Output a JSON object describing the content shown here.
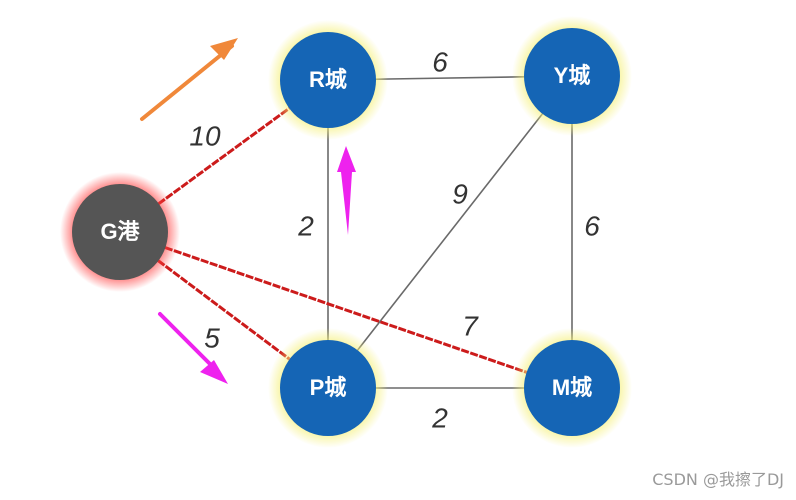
{
  "colors": {
    "city_node": "#1565b5",
    "port_node": "#555555",
    "node_glow_city": "#f5f07a",
    "node_glow_port": "#ff5a5a",
    "edge_normal": "#6a6a6a",
    "edge_highlight": "#cc1b1b",
    "arrow_orange": "#f0883a",
    "arrow_magenta": "#ee22ee"
  },
  "nodes": [
    {
      "id": "G",
      "label": "G港",
      "kind": "port"
    },
    {
      "id": "R",
      "label": "R城",
      "kind": "city"
    },
    {
      "id": "Y",
      "label": "Y城",
      "kind": "city"
    },
    {
      "id": "P",
      "label": "P城",
      "kind": "city"
    },
    {
      "id": "M",
      "label": "M城",
      "kind": "city"
    }
  ],
  "edges": [
    {
      "from": "R",
      "to": "Y",
      "weight": "6",
      "highlight": false
    },
    {
      "from": "G",
      "to": "R",
      "weight": "10",
      "highlight": true
    },
    {
      "from": "R",
      "to": "P",
      "weight": "2",
      "highlight": false
    },
    {
      "from": "Y",
      "to": "P",
      "weight": "9",
      "highlight": false
    },
    {
      "from": "Y",
      "to": "M",
      "weight": "6",
      "highlight": false
    },
    {
      "from": "G",
      "to": "P",
      "weight": "5",
      "highlight": true
    },
    {
      "from": "G",
      "to": "M",
      "weight": "7",
      "highlight": true
    },
    {
      "from": "P",
      "to": "M",
      "weight": "2",
      "highlight": false
    }
  ],
  "arrows": [
    {
      "name": "orange-arrow",
      "color": "arrow_orange"
    },
    {
      "name": "magenta-arrow-up",
      "color": "arrow_magenta"
    },
    {
      "name": "magenta-arrow-down",
      "color": "arrow_magenta"
    }
  ],
  "watermark": "CSDN @我擦了DJ"
}
